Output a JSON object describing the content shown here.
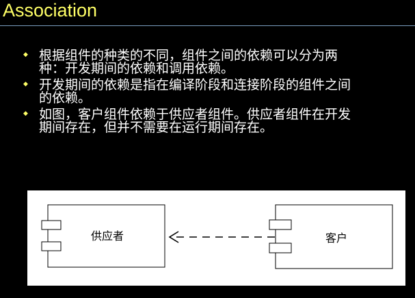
{
  "title": "Association",
  "bullets": [
    "根据组件的种类的不同，组件之间的依赖可以分为两\n种：开发期间的依赖和调用依赖。",
    "开发期间的依赖是指在编译阶段和连接阶段的组件之间\n的依赖。",
    "如图，客户组件依赖于供应者组件。供应者组件在开发\n期间存在，但并不需要在运行期间存在。"
  ],
  "diagram": {
    "supplier_label": "供应者",
    "client_label": "客户",
    "relationship": "dependency"
  },
  "colors": {
    "background": "#000000",
    "title": "#ffff66",
    "bullet_marker": "#ffff66",
    "text": "#ffffff",
    "rule": "#7a9ec0"
  }
}
